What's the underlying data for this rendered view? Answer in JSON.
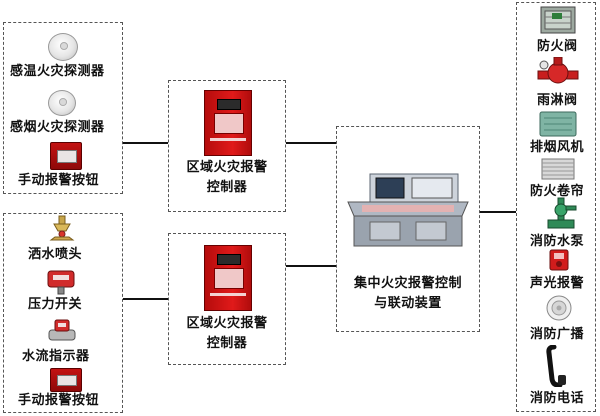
{
  "inputs_top": {
    "items": [
      {
        "label": "感温火灾探测器",
        "icon": "heat-detector-icon"
      },
      {
        "label": "感烟火灾探测器",
        "icon": "smoke-detector-icon"
      },
      {
        "label": "手动报警按钮",
        "icon": "manual-alarm-button-icon"
      }
    ]
  },
  "inputs_bottom": {
    "items": [
      {
        "label": "洒水喷头",
        "icon": "sprinkler-icon"
      },
      {
        "label": "压力开关",
        "icon": "pressure-switch-icon"
      },
      {
        "label": "水流指示器",
        "icon": "water-flow-indicator-icon"
      },
      {
        "label": "手动报警按钮",
        "icon": "manual-alarm-button-icon"
      }
    ]
  },
  "zone_controllers": [
    {
      "line1": "区域火灾报警",
      "line2": "控制器"
    },
    {
      "line1": "区域火灾报警",
      "line2": "控制器"
    }
  ],
  "central": {
    "line1": "集中火灾报警控制",
    "line2": "与联动装置"
  },
  "outputs": {
    "items": [
      {
        "label": "防火阀",
        "icon": "fire-damper-icon"
      },
      {
        "label": "雨淋阀",
        "icon": "deluge-valve-icon"
      },
      {
        "label": "排烟风机",
        "icon": "smoke-exhaust-fan-icon"
      },
      {
        "label": "防火卷帘",
        "icon": "fire-shutter-icon"
      },
      {
        "label": "消防水泵",
        "icon": "fire-pump-icon"
      },
      {
        "label": "声光报警",
        "icon": "audible-visual-alarm-icon"
      },
      {
        "label": "消防广播",
        "icon": "fire-broadcast-speaker-icon"
      },
      {
        "label": "消防电话",
        "icon": "fire-telephone-icon"
      }
    ]
  }
}
